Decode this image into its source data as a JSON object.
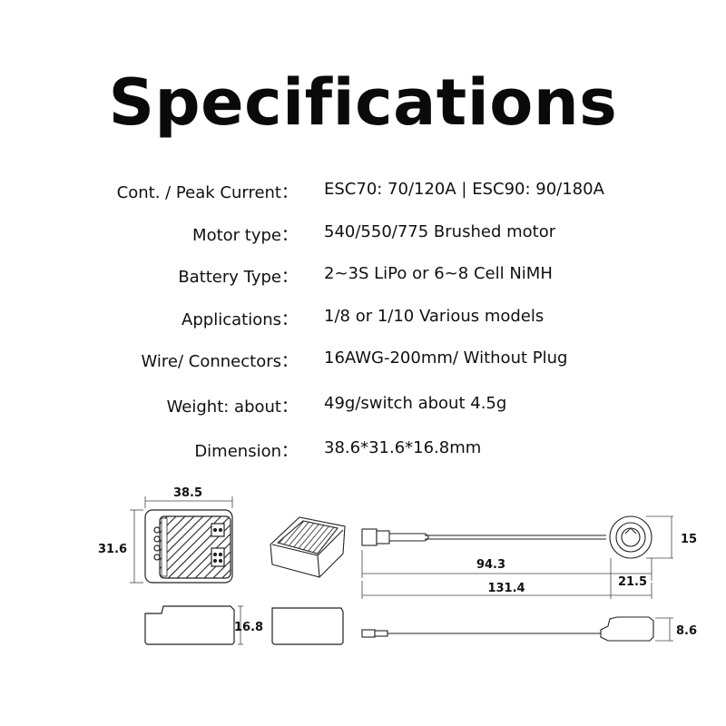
{
  "title": "Specifications",
  "specs": [
    {
      "label": "Cont. / Peak Current：",
      "value": "ESC70: 70/120A | ESC90: 90/180A"
    },
    {
      "label": "Motor type：",
      "value": "540/550/775 Brushed motor"
    },
    {
      "label": "Battery Type：",
      "value": "2~3S LiPo or 6~8 Cell NiMH"
    },
    {
      "label": "Applications：",
      "value": "1/8 or 1/10 Various models"
    },
    {
      "label": "Wire/ Connectors：",
      "value": "16AWG-200mm/ Without Plug"
    },
    {
      "label": "Weight: about：",
      "value": "49g/switch about 4.5g"
    },
    {
      "label": "Dimension：",
      "value": "38.6*31.6*16.8mm"
    }
  ],
  "dimensions": {
    "esc_width": "38.5",
    "esc_length": "31.6",
    "esc_height": "16.8",
    "switch_wire": "94.3",
    "switch_total": "131.4",
    "switch_diameter": "21.5",
    "switch_side": "15",
    "switch_height": "8.6"
  }
}
